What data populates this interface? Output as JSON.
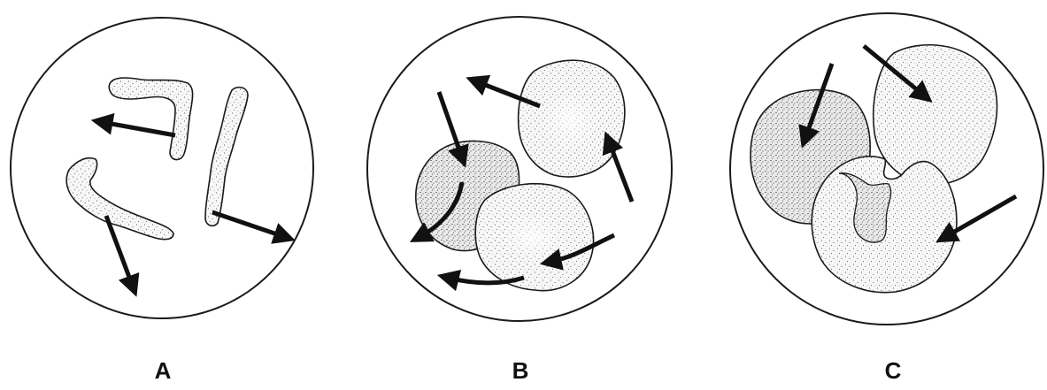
{
  "panels": [
    {
      "label": "A"
    },
    {
      "label": "B"
    },
    {
      "label": "C"
    }
  ],
  "colors": {
    "stroke": "#1a1a1a",
    "cell_fill": "#f4f4f4",
    "stipple": "#2a2a2a",
    "background": "#ffffff"
  }
}
